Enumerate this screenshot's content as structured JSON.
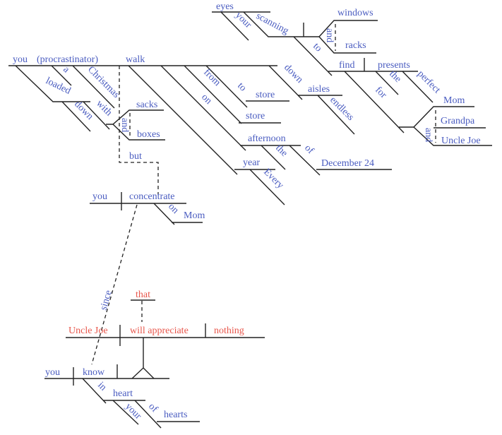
{
  "colors": {
    "words": "#4a5cc0",
    "subordinate_words": "#e8574c",
    "lines": "#222222"
  },
  "words": {
    "you1": "you",
    "procrastinator": "(procrastinator)",
    "walk": "walk",
    "a": "a",
    "christmas": "Christmas",
    "loaded": "loaded",
    "down1": "down",
    "with": "with",
    "sacks": "sacks",
    "and1": "and",
    "boxes": "boxes",
    "but": "but",
    "from": "from",
    "on1": "on",
    "to1": "to",
    "store1": "store",
    "store2": "store",
    "down2": "down",
    "aisles": "aisles",
    "endless": "endless",
    "afternoon": "afternoon",
    "the1": "the",
    "of1": "of",
    "december": "December 24",
    "year": "year",
    "every": "Every",
    "eyes": "eyes",
    "your1": "your",
    "scanning": "scanning",
    "windows": "windows",
    "and2": "and",
    "racks": "racks",
    "to2": "to",
    "find": "find",
    "presents": "presents",
    "the2": "the",
    "perfect": "perfect",
    "for": "for",
    "mom1": "Mom",
    "grandpa": "Grandpa",
    "and3": "and",
    "unclejoe1": "Uncle Joe",
    "you2": "you",
    "concentrate": "concentrate",
    "on2": "on",
    "mom2": "Mom",
    "since": "since",
    "that": "that",
    "unclejoe2": "Uncle Joe",
    "willappreciate": "will appreciate",
    "nothing": "nothing",
    "you3": "you",
    "know": "know",
    "in": "in",
    "heart": "heart",
    "your2": "your",
    "of2": "of",
    "hearts": "hearts"
  }
}
